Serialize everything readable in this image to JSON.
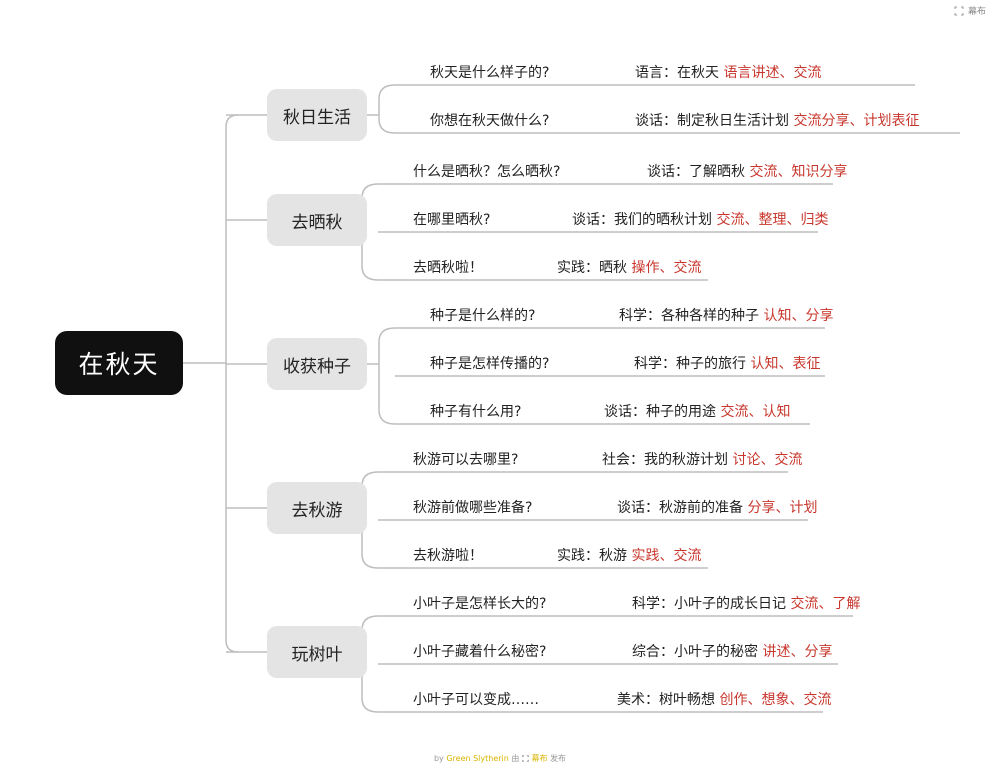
{
  "root": "在秋天",
  "branches": [
    {
      "label": "秋日生活",
      "items": [
        {
          "question": "秋天是什么样子的?",
          "activity": "语言：在秋天",
          "keywords": "语言讲述、交流"
        },
        {
          "question": "你想在秋天做什么?",
          "activity": "谈话：制定秋日生活计划",
          "keywords": "交流分享、计划表征"
        }
      ]
    },
    {
      "label": "去晒秋",
      "items": [
        {
          "question": "什么是晒秋？怎么晒秋?",
          "activity": "谈话：了解晒秋",
          "keywords": "交流、知识分享"
        },
        {
          "question": "在哪里晒秋?",
          "activity": "谈话：我们的晒秋计划",
          "keywords": "交流、整理、归类"
        },
        {
          "question": "去晒秋啦！",
          "activity": "实践：晒秋",
          "keywords": "操作、交流"
        }
      ]
    },
    {
      "label": "收获种子",
      "items": [
        {
          "question": "种子是什么样的?",
          "activity": "科学：各种各样的种子",
          "keywords": "认知、分享"
        },
        {
          "question": "种子是怎样传播的?",
          "activity": "科学：种子的旅行",
          "keywords": "认知、表征"
        },
        {
          "question": "种子有什么用?",
          "activity": "谈话：种子的用途",
          "keywords": "交流、认知"
        }
      ]
    },
    {
      "label": "去秋游",
      "items": [
        {
          "question": "秋游可以去哪里?",
          "activity": "社会：我的秋游计划",
          "keywords": "讨论、交流"
        },
        {
          "question": "秋游前做哪些准备?",
          "activity": "谈话：秋游前的准备",
          "keywords": "分享、计划"
        },
        {
          "question": "去秋游啦！",
          "activity": "实践：秋游",
          "keywords": "实践、交流"
        }
      ]
    },
    {
      "label": "玩树叶",
      "items": [
        {
          "question": "小叶子是怎样长大的?",
          "activity": "科学：小叶子的成长日记",
          "keywords": "交流、了解"
        },
        {
          "question": "小叶子藏着什么秘密?",
          "activity": "综合：小叶子的秘密",
          "keywords": "讲述、分享"
        },
        {
          "question": "小叶子可以变成……",
          "activity": "美术：树叶畅想",
          "keywords": "创作、想象、交流"
        }
      ]
    }
  ],
  "topbar": {
    "label": "幕布",
    "icon": "expand-icon"
  },
  "footer": {
    "by": "by",
    "author": "Green Slytherin",
    "via": "由",
    "brand": "幕布",
    "publish": "发布",
    "icon": "mubu-logo-icon"
  },
  "colors": {
    "root_bg": "#101010",
    "branch_bg": "#e4e4e4",
    "connector": "#bdbdbd",
    "keyword": "#c8372d",
    "footer_accent": "#d9b400"
  }
}
